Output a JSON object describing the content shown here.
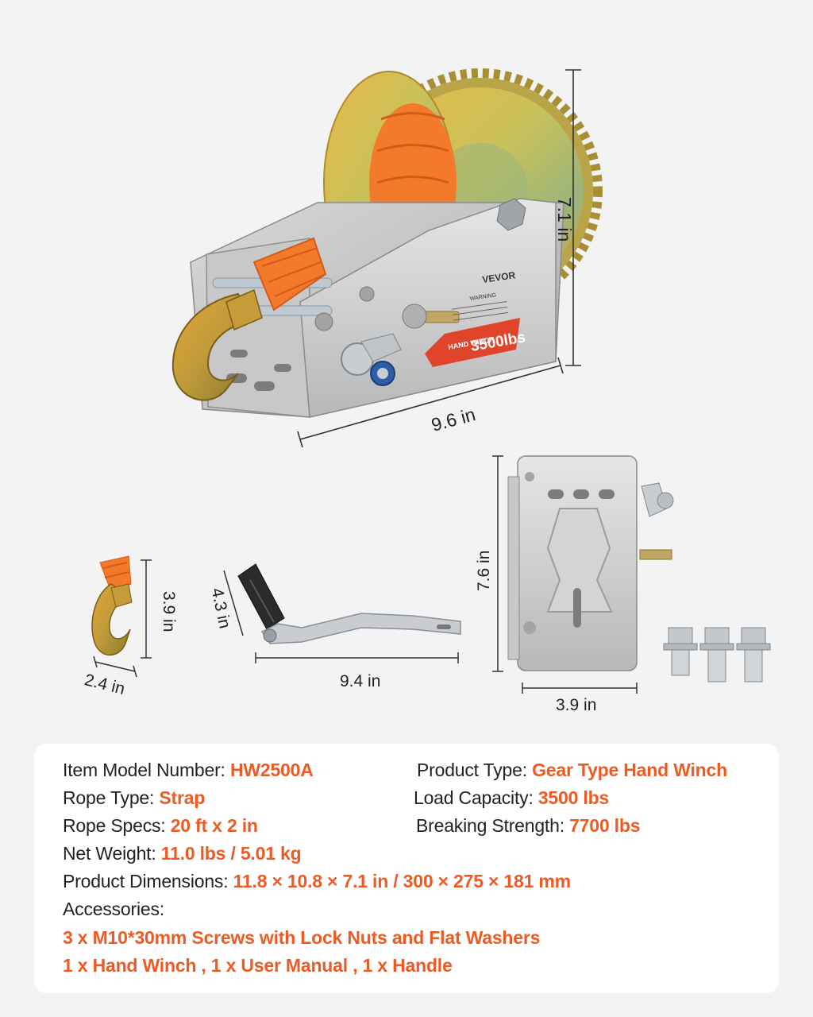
{
  "images": {
    "winch_brand": "VEVOR",
    "winch_warning": "WARNING",
    "winch_badge_small": "HAND WINCH",
    "winch_badge_big": "3500lbs"
  },
  "dimensions": {
    "winch_height": "7.1 in",
    "winch_width": "9.6 in",
    "hook_height": "3.9 in",
    "hook_width": "2.4 in",
    "handle_height": "4.3 in",
    "handle_length": "9.4 in",
    "plate_height": "7.6 in",
    "plate_width": "3.9 in"
  },
  "specs": {
    "model_label": "Item Model Number: ",
    "model_value": "HW2500A",
    "rope_type_label": "Rope Type: ",
    "rope_type_value": "Strap",
    "rope_specs_label": "Rope Specs: ",
    "rope_specs_value": "20 ft x 2 in",
    "net_weight_label": "Net Weight: ",
    "net_weight_value": "11.0 lbs / 5.01 kg",
    "dimensions_label": "Product Dimensions: ",
    "dimensions_value": "11.8 × 10.8 × 7.1 in / 300 × 275 × 181 mm",
    "product_type_label": "Product Type: ",
    "product_type_value": "Gear Type Hand Winch",
    "load_capacity_label": "Load Capacity: ",
    "load_capacity_value": "3500 lbs",
    "breaking_label": "Breaking Strength: ",
    "breaking_value": "7700 lbs",
    "accessories_label": "Accessories:",
    "accessories_line1": "3 x M10*30mm Screws with Lock Nuts and Flat Washers",
    "accessories_line2": "1 x Hand Winch , 1 x User Manual , 1 x Handle"
  },
  "colors": {
    "accent": "#ee5a24",
    "background": "#f3f3f3",
    "card": "#ffffff"
  }
}
